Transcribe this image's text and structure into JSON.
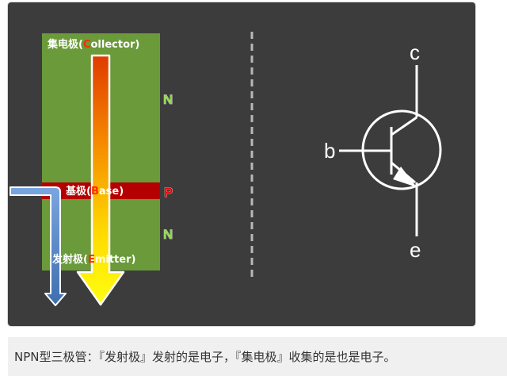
{
  "diagram": {
    "collector_label": {
      "prefix": "集电极(",
      "initial": "C",
      "rest": "ollector)"
    },
    "base_label": {
      "prefix": "基极(",
      "initial": "B",
      "rest": "ase)"
    },
    "emitter_label": {
      "prefix": "发射极(",
      "initial": "E",
      "rest": "mitter)"
    },
    "layers": {
      "top": "N",
      "middle": "P",
      "bottom": "N"
    },
    "symbol": {
      "collector": "c",
      "base": "b",
      "emitter": "e"
    }
  },
  "caption": "NPN型三极管：『发射极』发射的是电子，『集电极』收集的是也是电子。",
  "colors": {
    "panel": "#3c3c3c",
    "n_region": "#6a9a3a",
    "p_region": "#b40000",
    "blue_arrow": "#5b86c4",
    "main_arrow_top": "#e04000",
    "main_arrow_bottom": "#ffff00"
  }
}
